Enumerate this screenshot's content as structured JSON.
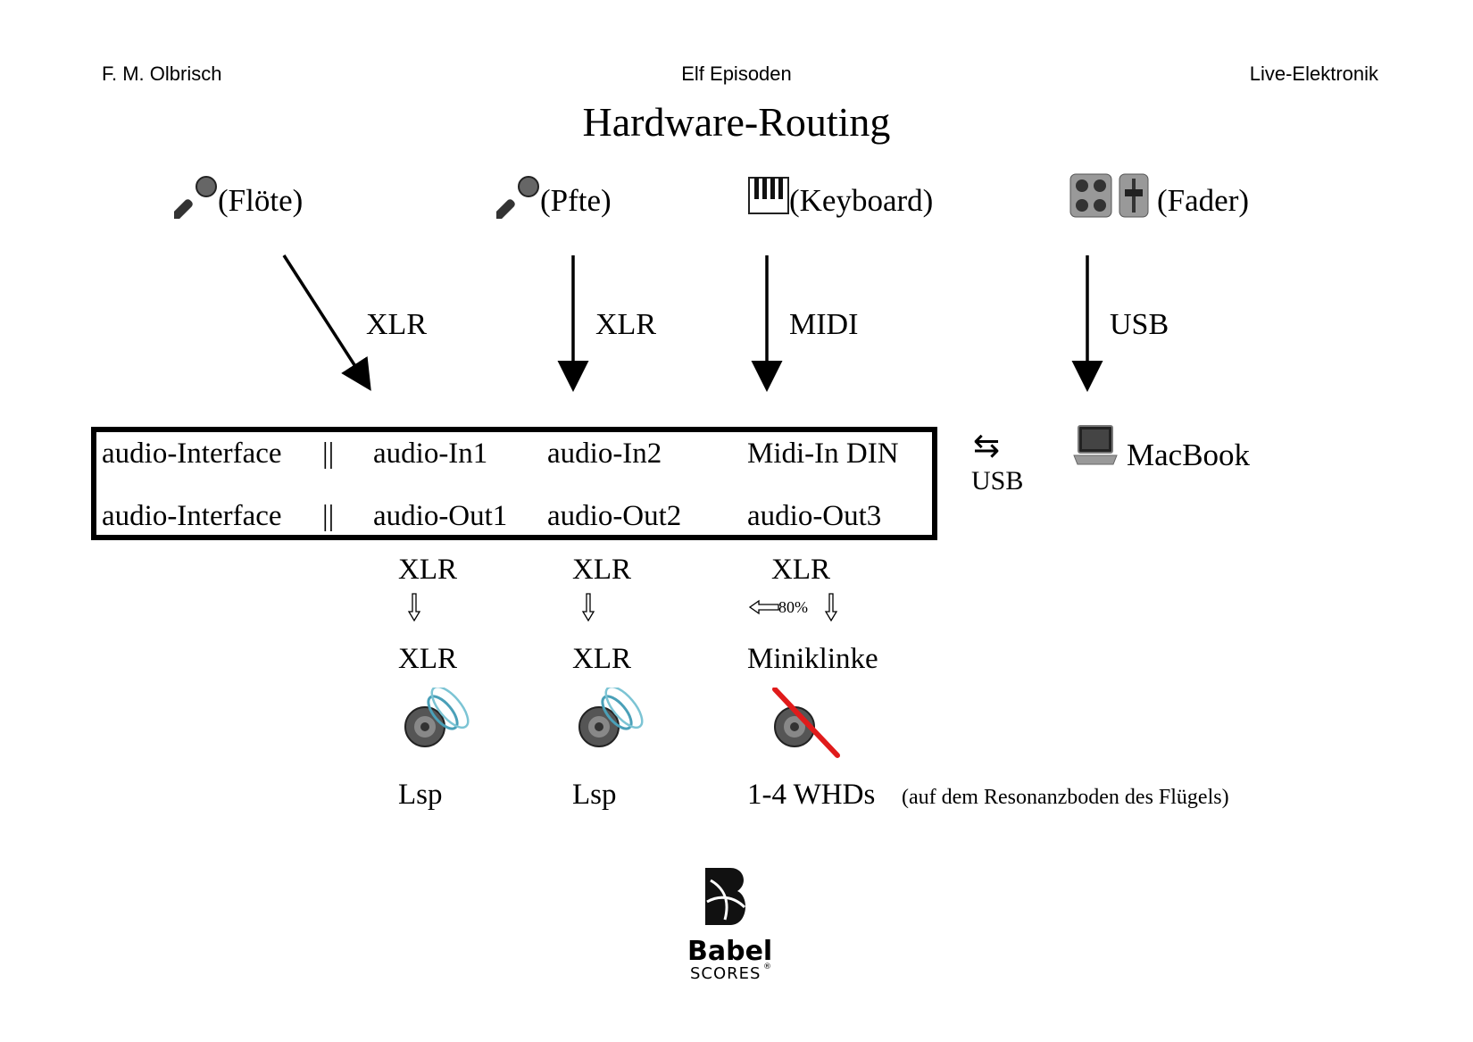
{
  "header": {
    "composer": "F. M. Olbrisch",
    "work": "Elf Episoden",
    "section": "Live-Elektronik"
  },
  "title": "Hardware-Routing",
  "sources": [
    {
      "icon": "microphone-icon",
      "label": "(Flöte)"
    },
    {
      "icon": "microphone-icon",
      "label": "(Pfte)"
    },
    {
      "icon": "piano-keyboard-icon",
      "label": "(Keyboard)"
    },
    {
      "icon": "fader-controller-icon",
      "label": "(Fader)"
    }
  ],
  "connections": {
    "flute": "XLR",
    "piano": "XLR",
    "keyboard": "MIDI",
    "fader": "USB"
  },
  "interface": {
    "row1": {
      "name": "audio-Interface",
      "sep": "||",
      "c1": "audio-In1",
      "c2": "audio-In2",
      "c3": "Midi-In DIN"
    },
    "row2": {
      "name": "audio-Interface",
      "sep": "||",
      "c1": "audio-Out1",
      "c2": "audio-Out2",
      "c3": "audio-Out3"
    }
  },
  "link": {
    "symbol": "⇆",
    "label": "USB"
  },
  "computer": {
    "icon": "laptop-icon",
    "label": "MacBook"
  },
  "outputs": [
    {
      "cable": "XLR",
      "connector": "XLR",
      "icon": "speaker-icon",
      "target": "Lsp"
    },
    {
      "cable": "XLR",
      "connector": "XLR",
      "icon": "speaker-icon",
      "target": "Lsp"
    },
    {
      "cable": "XLR",
      "level": "80%",
      "connector": "Miniklinke",
      "icon": "speaker-muted-icon",
      "target": "1-4 WHDs",
      "target_note": "(auf dem Resonanzboden des Flügels)"
    }
  ],
  "logo": {
    "line1": "Babel",
    "line2": "SCORES",
    "mark": "®"
  }
}
